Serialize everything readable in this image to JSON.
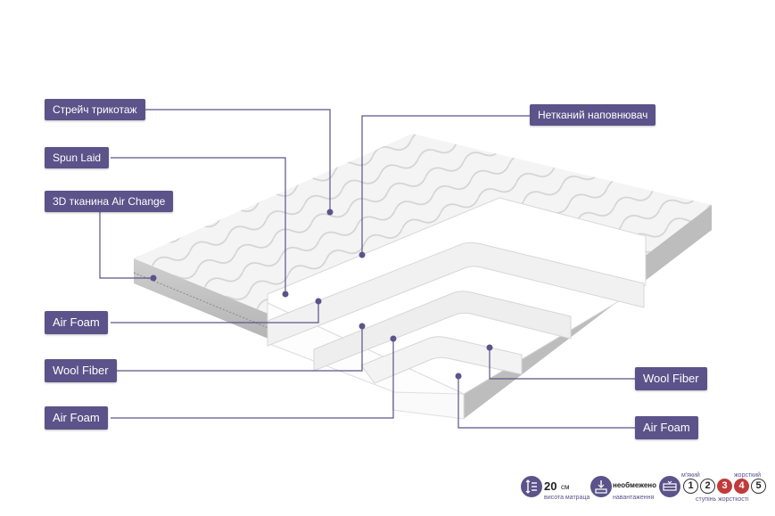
{
  "left_labels": [
    "Стрейч трикотаж",
    "Spun Laid",
    "3D тканина Air Change",
    "Air Foam",
    "Wool Fiber",
    "Air Foam"
  ],
  "right_labels": [
    "Нетканий наповнювач",
    "Wool Fiber",
    "Air Foam"
  ],
  "specs": {
    "height_value": "20",
    "height_unit": "см",
    "height_caption": "висота матраца",
    "load_value": "необмежено",
    "load_caption": "навантаження",
    "firmness_soft": "м'який",
    "firmness_hard": "жорсткий",
    "firmness_caption": "ступінь жорсткості",
    "firmness_levels": [
      "1",
      "2",
      "3",
      "4",
      "5"
    ],
    "firmness_selected": [
      "3",
      "4"
    ]
  },
  "colors": {
    "label_bg": "#5b5389",
    "active_level": "#c23b3b"
  }
}
